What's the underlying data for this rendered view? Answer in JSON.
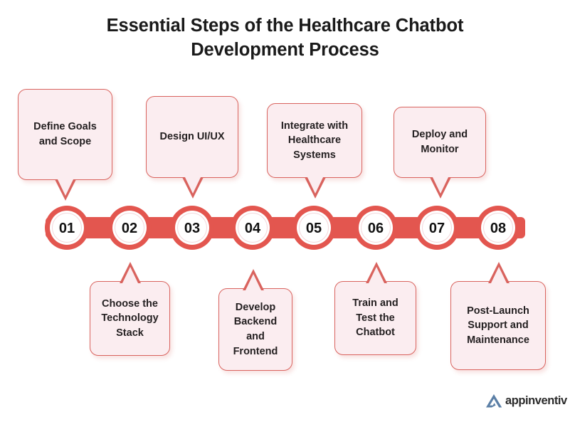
{
  "title": "Essential Steps of the Healthcare Chatbot Development Process",
  "theme": {
    "background": "#ffffff",
    "accent": "#e3564f",
    "box_fill": "#fbedf0",
    "box_border": "#d9635e",
    "text": "#231f20",
    "logo_mark": "#5b7fa6"
  },
  "steps": [
    {
      "number": "01",
      "label": "Define Goals and Scope",
      "position": "top"
    },
    {
      "number": "02",
      "label": "Choose the Technology Stack",
      "position": "bottom"
    },
    {
      "number": "03",
      "label": "Design UI/UX",
      "position": "top"
    },
    {
      "number": "04",
      "label": "Develop Backend and Frontend",
      "position": "bottom"
    },
    {
      "number": "05",
      "label": "Integrate with Healthcare Systems",
      "position": "top"
    },
    {
      "number": "06",
      "label": "Train and Test the Chatbot",
      "position": "bottom"
    },
    {
      "number": "07",
      "label": "Deploy and Monitor",
      "position": "top"
    },
    {
      "number": "08",
      "label": "Post-Launch Support and Maintenance",
      "position": "bottom"
    }
  ],
  "logo": {
    "name": "appinventiv",
    "mark": "appinventiv-triangle-mark"
  }
}
